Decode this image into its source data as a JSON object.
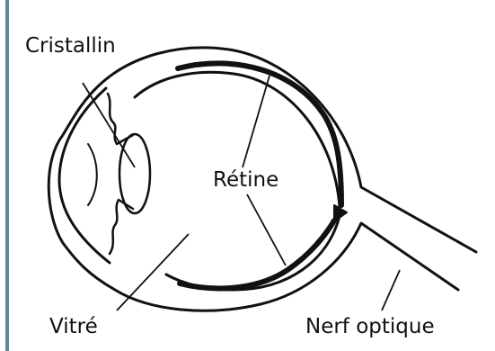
{
  "labels": {
    "cristallin": "Cristallin",
    "retine": "Rétine",
    "vitre": "Vitré",
    "nerf_optique": "Nerf optique"
  },
  "colors": {
    "edge_bar": "#5a8aa0",
    "line": "#111111",
    "background": "#ffffff"
  }
}
